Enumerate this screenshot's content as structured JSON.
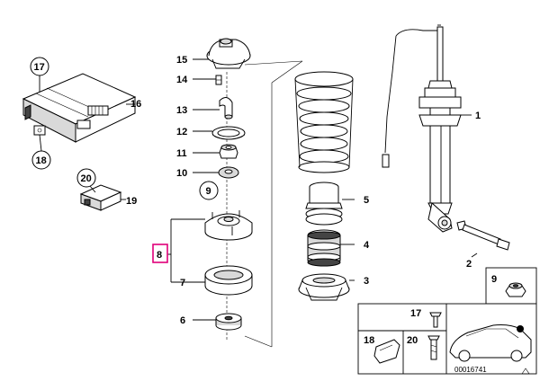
{
  "callouts": {
    "c1": "1",
    "c2": "2",
    "c3": "3",
    "c4": "4",
    "c5": "5",
    "c6": "6",
    "c7": "7",
    "c8": "8",
    "c9": "9",
    "c10": "10",
    "c11": "11",
    "c12": "12",
    "c13": "13",
    "c14": "14",
    "c15": "15",
    "c16": "16",
    "c17": "17",
    "c18": "18",
    "c19": "19",
    "c20": "20"
  },
  "inset": {
    "n9": "9",
    "n17": "17",
    "n18": "18",
    "n20": "20"
  },
  "diagram_id": "00016741",
  "highlight_color": "#e0007a"
}
